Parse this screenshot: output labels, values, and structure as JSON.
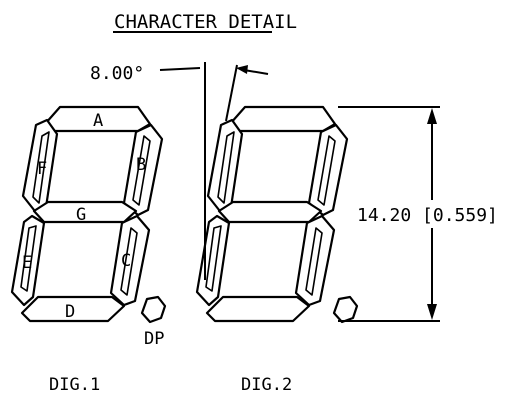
{
  "title": "CHARACTER DETAIL",
  "angle_label": "8.00°",
  "height_label": "14.20 [0.559]",
  "digits": [
    {
      "caption": "DIG.1",
      "segments": {
        "a": "A",
        "b": "B",
        "c": "C",
        "d": "D",
        "e": "E",
        "f": "F",
        "g": "G"
      },
      "dp": "DP"
    },
    {
      "caption": "DIG.2",
      "segments": {
        "a": "",
        "b": "",
        "c": "",
        "d": "",
        "e": "",
        "f": "",
        "g": ""
      },
      "dp": ""
    }
  ]
}
